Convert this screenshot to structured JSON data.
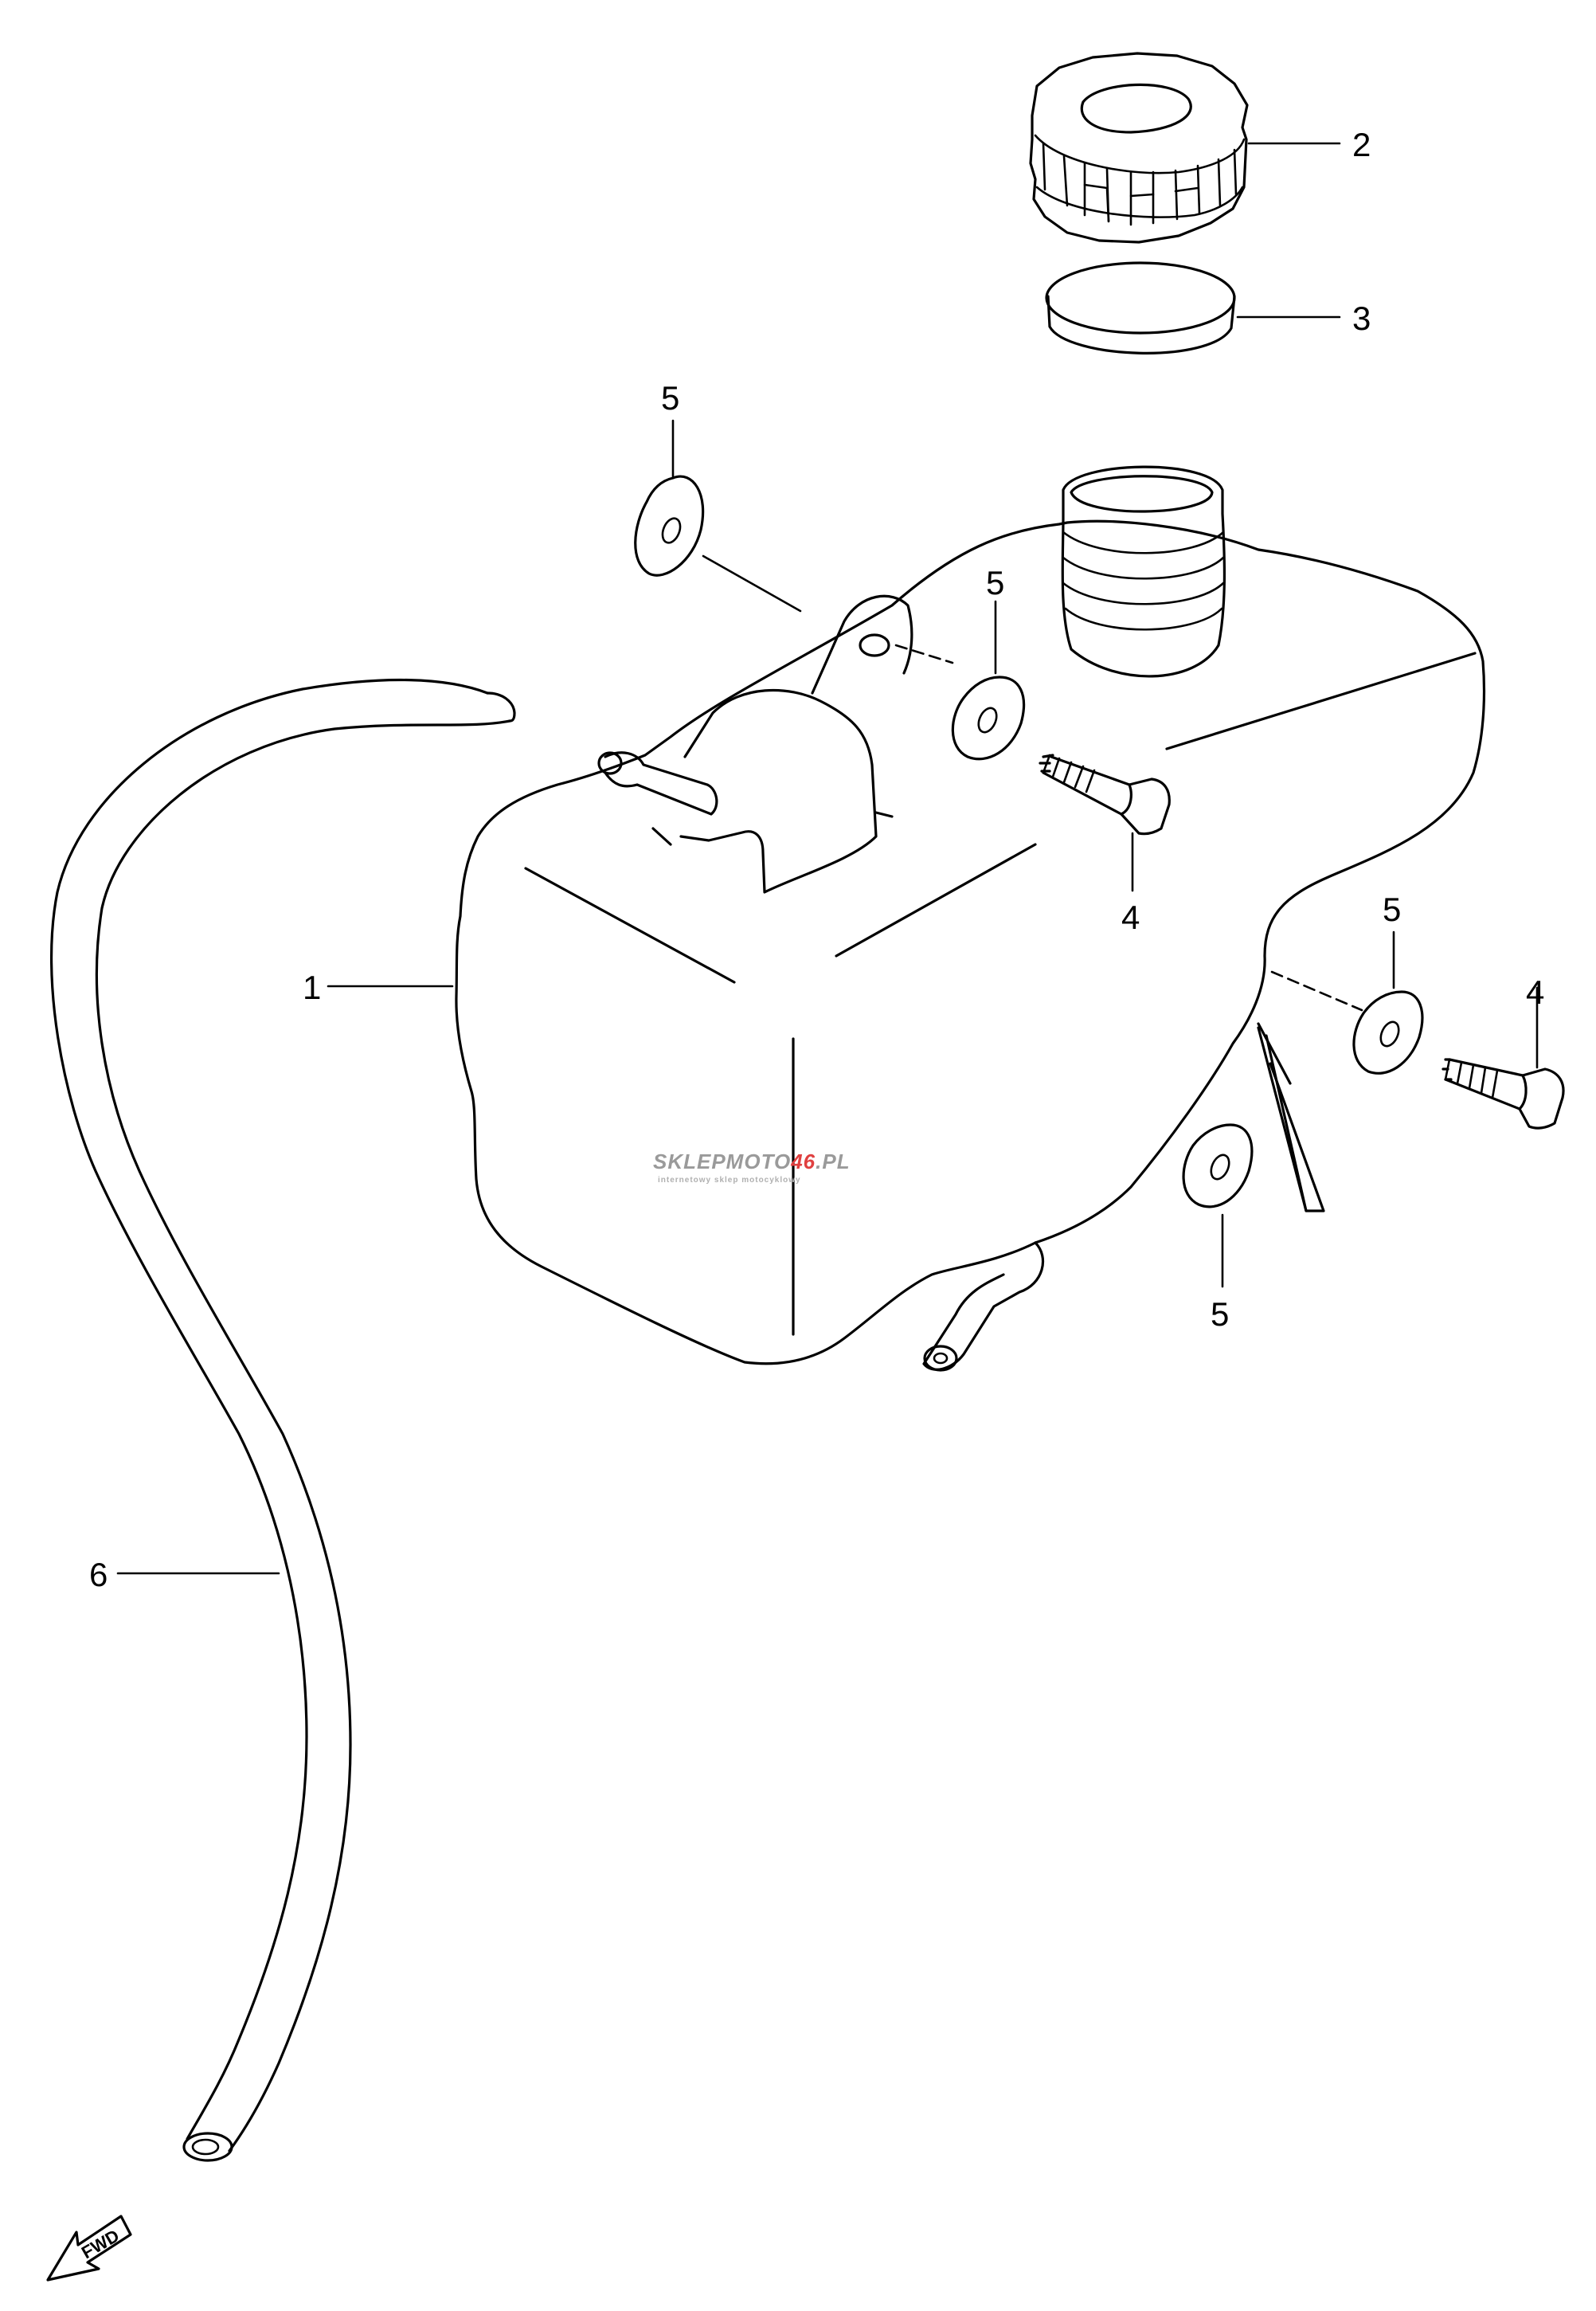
{
  "callouts": {
    "c1": "1",
    "c2": "2",
    "c3": "3",
    "c4a": "4",
    "c4b": "4",
    "c5a": "5",
    "c5b": "5",
    "c5c": "5",
    "c5d": "5",
    "c6": "6"
  },
  "fwd_label": "FWD",
  "watermark": {
    "brand_a": "SKLEPMOTO",
    "brand_num": "46",
    "brand_b": ".PL",
    "tagline": "internetowy sklep motocyklowy",
    "gray": "#9a9a9a",
    "red": "#e04040"
  }
}
